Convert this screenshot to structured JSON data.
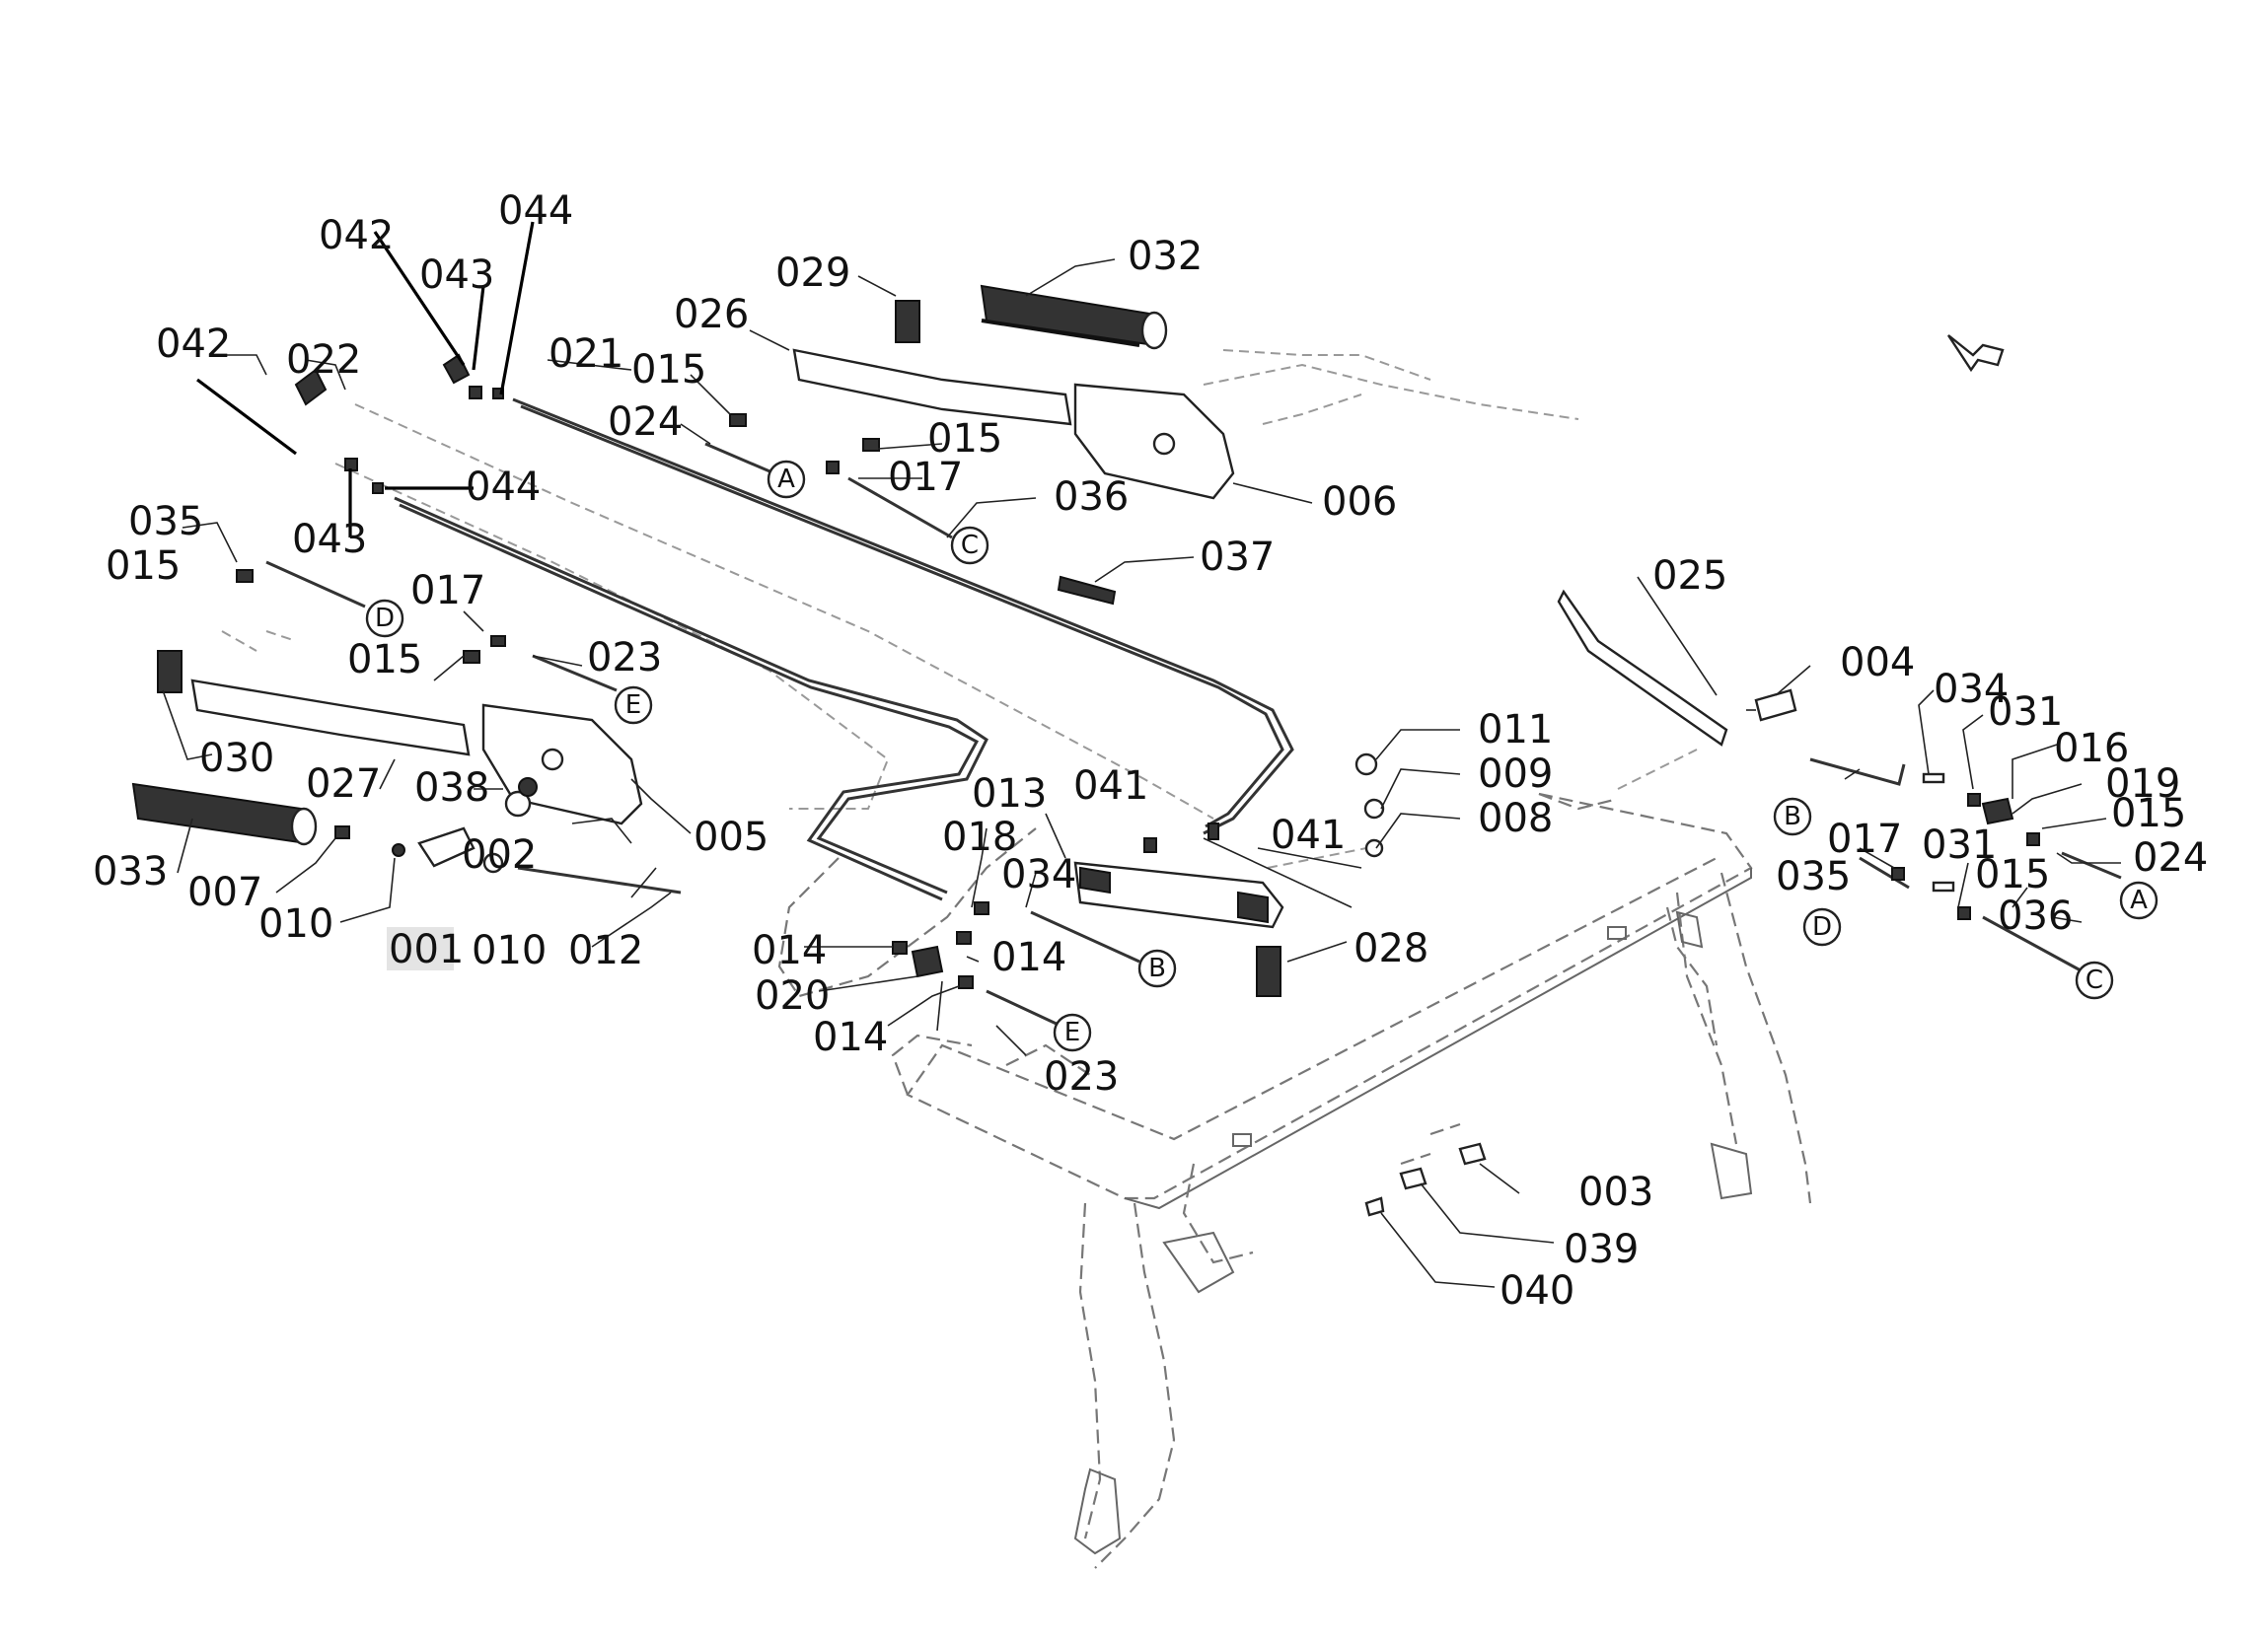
{
  "labels": {
    "l001": "001",
    "l002": "002",
    "l003": "003",
    "l004": "004",
    "l005": "005",
    "l006": "006",
    "l007": "007",
    "l008": "008",
    "l009": "009",
    "l010a": "010",
    "l010b": "010",
    "l011": "011",
    "l012": "012",
    "l013": "013",
    "l014a": "014",
    "l014b": "014",
    "l014c": "014",
    "l015a": "015",
    "l015b": "015",
    "l015c": "015",
    "l015d": "015",
    "l015e": "015",
    "l015f": "015",
    "l016": "016",
    "l017a": "017",
    "l017b": "017",
    "l017c": "017",
    "l018": "018",
    "l019": "019",
    "l020": "020",
    "l021": "021",
    "l022": "022",
    "l023a": "023",
    "l023b": "023",
    "l024a": "024",
    "l024b": "024",
    "l025": "025",
    "l026": "026",
    "l027": "027",
    "l028": "028",
    "l029": "029",
    "l030": "030",
    "l031a": "031",
    "l031b": "031",
    "l032": "032",
    "l033": "033",
    "l034a": "034",
    "l034b": "034",
    "l035a": "035",
    "l035b": "035",
    "l036a": "036",
    "l036b": "036",
    "l037": "037",
    "l038": "038",
    "l039": "039",
    "l040": "040",
    "l041a": "041",
    "l041b": "041",
    "l042a": "042",
    "l042b": "042",
    "l043a": "043",
    "l043b": "043",
    "l044a": "044",
    "l044b": "044"
  },
  "connectors": {
    "ca1": "A",
    "ca2": "A",
    "cb1": "B",
    "cb2": "B",
    "cc1": "C",
    "cc2": "C",
    "cd1": "D",
    "cd2": "D",
    "ce1": "E",
    "ce2": "E"
  },
  "icons": {
    "view_arrow": "direction-arrow-icon",
    "decal": "decal-plate-icon",
    "spring": "coil-spring-icon"
  },
  "colors": {
    "ink": "#111111",
    "frame": "#777777",
    "highlight": "#e4e4e4"
  }
}
